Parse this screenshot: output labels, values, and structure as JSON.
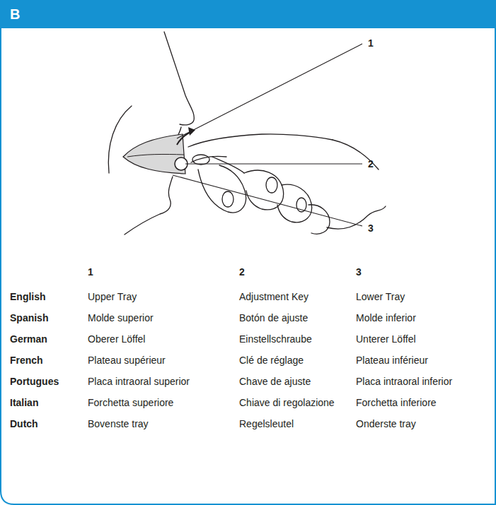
{
  "diagram": {
    "title": "B",
    "labels": [
      "1",
      "2",
      "3",
      "1",
      "2",
      "3",
      "English",
      "Upper Tray",
      "Adjustment Key",
      "Lower Tray",
      "Spanish",
      "Molde superior",
      "Botón de ajuste",
      "Molde inferior",
      "German",
      "Oberer Löffel",
      "Einstellschraube",
      "Unterer Löffel",
      "French",
      "Plateau supérieur",
      "Clé de réglage",
      "Plateau inférieur",
      "Portugues",
      "Placa intraoral superior",
      "Chave de ajuste",
      "Placa intraoral inferior",
      "Italian",
      "Forchetta superiore",
      "Chiave di regolazione",
      "Forchetta inferiore",
      "Dutch",
      "Bovenste tray",
      "Regelsleutel",
      "Onderste tray"
    ]
  }
}
